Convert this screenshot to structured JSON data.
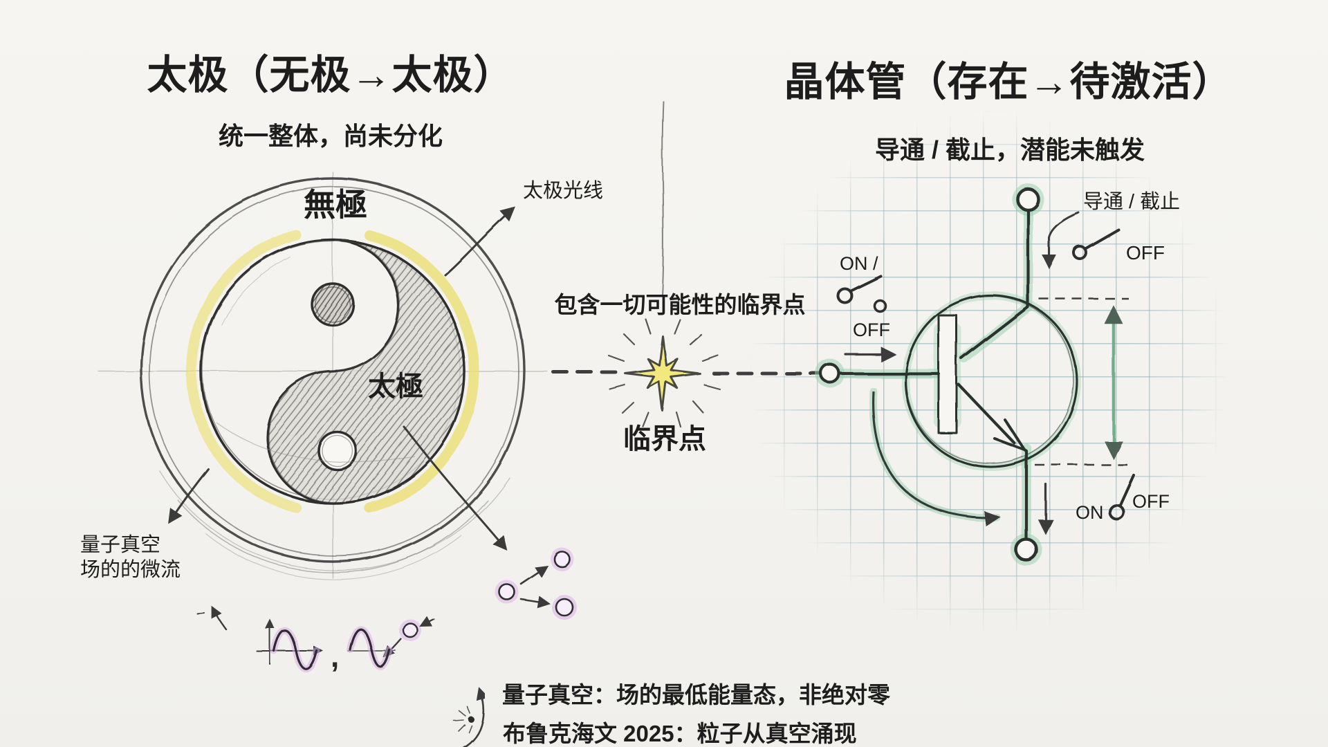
{
  "colors": {
    "paper": "#f4f3ef",
    "ink": "#1d1d1d",
    "pencil": "#3a3a3a",
    "accent_yellow": "#ecdf74",
    "accent_green": "#96d0ac",
    "accent_purple": "#d9aee8",
    "grid_blue": "#7c9fac",
    "star_yellow": "#f3e87d"
  },
  "left": {
    "title": "太极（无极→太极）",
    "subtitle": "统一整体，尚未分化",
    "wuji": "無極",
    "taiji": "太極",
    "ray": "太极光线",
    "vacuum1": "量子真空",
    "vacuum2": "场的的微流"
  },
  "center": {
    "caption": "包含一切可能性的临界点",
    "label": "临界点"
  },
  "right": {
    "title": "晶体管（存在→待激活）",
    "subtitle": "导通 / 截止，潜能未触发",
    "gate": "导通 / 截止",
    "top_off": "OFF",
    "left_on": "ON /",
    "left_off": "OFF",
    "bottom_on": "ON",
    "bottom_off": "OFF"
  },
  "footer": {
    "note1": "量子真空：场的最低能量态，非绝对零",
    "note2": "布鲁克海文 2025：粒子从真空涌现"
  },
  "doodles": {
    "comma": ","
  }
}
